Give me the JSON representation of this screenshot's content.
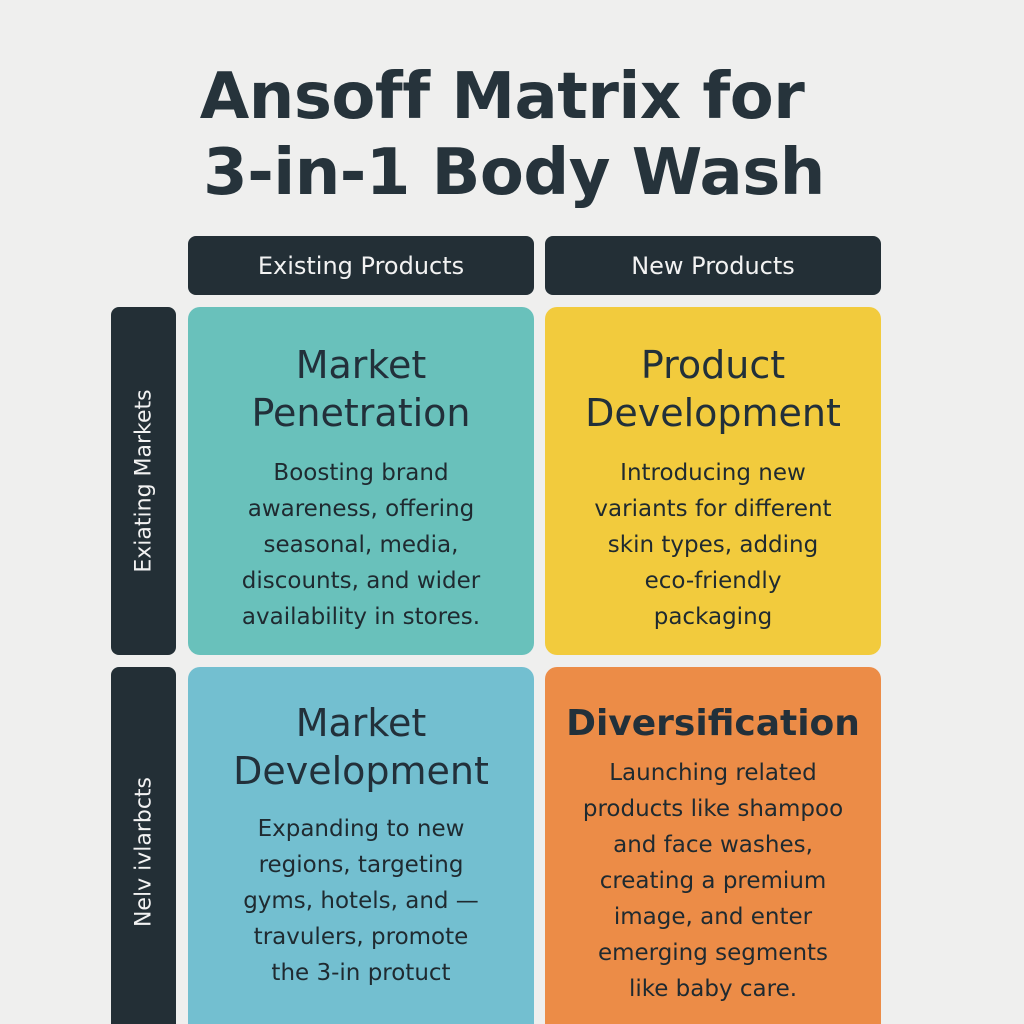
{
  "title": {
    "line1": "Ansoff Matrix for",
    "line2": "3-in-1 Body Wash"
  },
  "columns": {
    "existing": "Existing Products",
    "new": "New Products"
  },
  "rows": {
    "existing": "Exiating Markets",
    "new": "Nelv ivlarbcts"
  },
  "cells": {
    "market_penetration": {
      "title": "Market\nPenetration",
      "body": "Boosting brand\nawareness, offering\nseasonal, media,\ndiscounts, and wider\navailability in stores.",
      "color": "#69c1bb"
    },
    "product_development": {
      "title": "Product\nDevelopment",
      "body": "Introducing new\nvariants for different\nskin types, adding\neco-friendly\npackaging",
      "color": "#f2cb3d"
    },
    "market_development": {
      "title": "Market\nDevelopment",
      "body": "Expanding to new\nregions, targeting\ngyms, hotels, and —\ntravulers, promote\nthe 3-in protuct",
      "color": "#73bfd0"
    },
    "diversification": {
      "title": "Diversification",
      "body": "Launching related\nproducts like shampoo\nand face washes,\ncreating a premium\nimage, and enter\nemerging segments\nlike baby care.",
      "color": "#ec8c47"
    }
  }
}
